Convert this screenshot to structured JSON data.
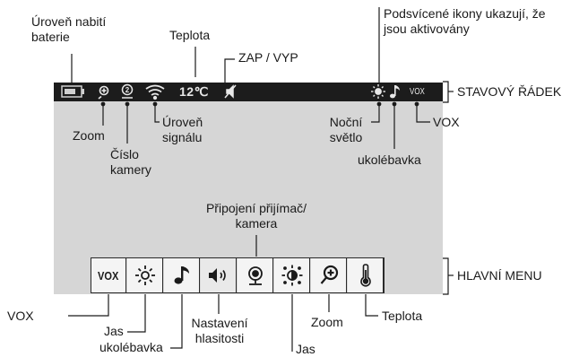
{
  "labels": {
    "battery": "Úroveň nabití baterie",
    "battery_l1": "Úroveň nabití",
    "battery_l2": "baterie",
    "temperature": "Teplota",
    "on_off": "ZAP / VYP",
    "backlit_l1": "Podsvícené ikony ukazují, že",
    "backlit_l2": "jsou aktivovány",
    "status_bar": "STAVOVÝ ŘÁDEK",
    "zoom_top": "Zoom",
    "camera_l1": "Číslo",
    "camera_l2": "kamery",
    "signal_l1": "Úroveň",
    "signal_l2": "signálu",
    "night_l1": "Noční",
    "night_l2": "světlo",
    "lullaby_top": "ukolébavka",
    "vox_top": "VOX",
    "connection_l1": "Připojení přijímač/",
    "connection_l2": "kamera",
    "main_menu": "HLAVNÍ MENU",
    "vox_bottom": "VOX",
    "brightness_1": "Jas",
    "lullaby_bottom": "ukolébavka",
    "volume_l1": "Nastavení",
    "volume_l2": "hlasitosti",
    "brightness_2": "Jas",
    "zoom_bottom": "Zoom",
    "temperature_bottom": "Teplota"
  },
  "status_bar": {
    "temperature_value": "12",
    "temperature_unit": "℃",
    "vox_badge": "VOX"
  },
  "menu": {
    "items": [
      {
        "id": "vox",
        "icon": "vox-icon",
        "text": "VOX"
      },
      {
        "id": "brightness",
        "icon": "sun-icon"
      },
      {
        "id": "lullaby",
        "icon": "music-note-icon"
      },
      {
        "id": "volume",
        "icon": "speaker-icon"
      },
      {
        "id": "camera",
        "icon": "camera-icon"
      },
      {
        "id": "brightness-2",
        "icon": "brightness-icon"
      },
      {
        "id": "zoom",
        "icon": "zoom-icon"
      },
      {
        "id": "temperature",
        "icon": "thermometer-icon"
      }
    ]
  },
  "colors": {
    "screen": "#d6d6d6",
    "status_bar": "#1c1c1c",
    "menu_bg": "#f4f4f4",
    "text": "#1a1a1a"
  }
}
